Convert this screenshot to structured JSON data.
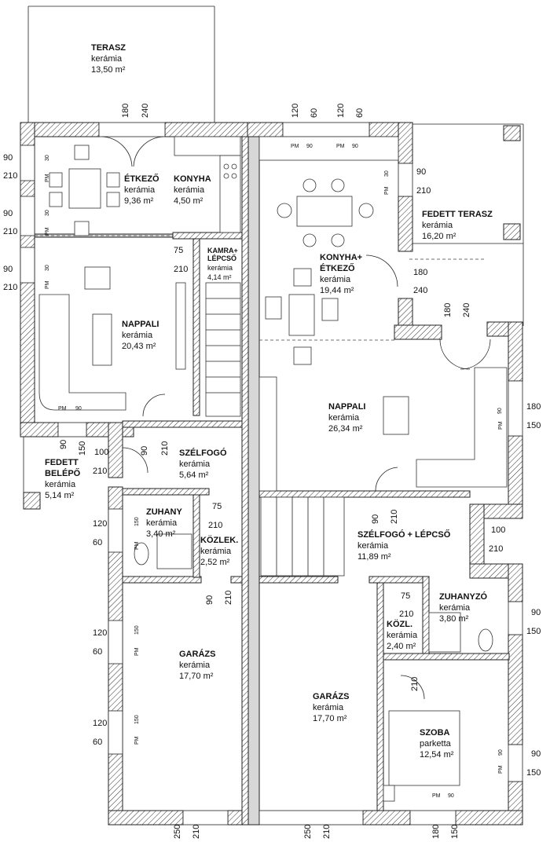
{
  "rooms": [
    {
      "id": "terasz",
      "name": "TERASZ",
      "material": "kerámia",
      "area": "13,50 m²"
    },
    {
      "id": "etkezo",
      "name": "ÉTKEZŐ",
      "material": "kerámia",
      "area": "9,36 m²"
    },
    {
      "id": "konyha",
      "name": "KONYHA",
      "material": "kerámia",
      "area": "4,50 m²"
    },
    {
      "id": "kamra",
      "name": "KAMRA+",
      "name2": "LÉPCSŐ",
      "material": "kerámia",
      "area": "4,14 m²"
    },
    {
      "id": "nappali-left",
      "name": "NAPPALI",
      "material": "kerámia",
      "area": "20,43 m²"
    },
    {
      "id": "konyha-etkezo",
      "name": "KONYHA+",
      "name2": "ÉTKEZŐ",
      "material": "kerámia",
      "area": "19,44 m²"
    },
    {
      "id": "fedett-terasz",
      "name": "FEDETT TERASZ",
      "material": "kerámia",
      "area": "16,20 m²"
    },
    {
      "id": "nappali-right",
      "name": "NAPPALI",
      "material": "kerámia",
      "area": "26,34 m²"
    },
    {
      "id": "szelfogo-left",
      "name": "SZÉLFOGÓ",
      "material": "kerámia",
      "area": "5,64 m²"
    },
    {
      "id": "fedett-belepo",
      "name": "FEDETT",
      "name2": "BELÉPŐ",
      "material": "kerámia",
      "area": "5,14 m²"
    },
    {
      "id": "zuhany",
      "name": "ZUHANY",
      "material": "kerámia",
      "area": "3,40 m²"
    },
    {
      "id": "kozlek",
      "name": "KÖZLEK.",
      "material": "kerámia",
      "area": "2,52 m²"
    },
    {
      "id": "szelfogo-lepcso",
      "name": "SZÉLFOGÓ + LÉPCSŐ",
      "material": "kerámia",
      "area": "11,89 m²"
    },
    {
      "id": "zuhanyzo",
      "name": "ZUHANYZÓ",
      "material": "kerámia",
      "area": "3,80 m²"
    },
    {
      "id": "kozl",
      "name": "KÖZL.",
      "material": "kerámia",
      "area": "2,40 m²"
    },
    {
      "id": "garazs-left",
      "name": "GARÁZS",
      "material": "kerámia",
      "area": "17,70 m²"
    },
    {
      "id": "garazs-right",
      "name": "GARÁZS",
      "material": "kerámia",
      "area": "17,70 m²"
    },
    {
      "id": "szoba",
      "name": "SZOBA",
      "material": "parketta",
      "area": "12,54 m²"
    }
  ],
  "dimensions": {
    "d180a": "180",
    "d240a": "240",
    "d120a": "120",
    "d60a": "60",
    "d120b": "120",
    "d60b": "60",
    "d90a": "90",
    "d210a": "210",
    "d90b": "90",
    "d210b": "210",
    "d90c": "90",
    "d210c": "210",
    "d75a": "75",
    "d210d": "210",
    "d90d": "90",
    "d210e": "210",
    "d180b": "180",
    "d240b": "240",
    "d180c": "180",
    "d240c": "240",
    "d180d": "180",
    "d150a": "150",
    "d90e": "90",
    "d150b": "150",
    "d100a": "100",
    "d210f": "210",
    "d90f": "90",
    "d210g": "210",
    "d75b": "75",
    "d210h": "210",
    "d120c": "120",
    "d60c": "60",
    "d90g": "90",
    "d210i": "210",
    "d90h": "90",
    "d210j": "210",
    "d100b": "100",
    "d210k": "210",
    "d75c": "75",
    "d210l": "210",
    "d90i": "90",
    "d150c": "150",
    "d120d": "120",
    "d60d": "60",
    "d120e": "120",
    "d60e": "60",
    "d90j": "90",
    "d150d": "150",
    "d210m": "210",
    "d250a": "250",
    "d210n": "210",
    "d250b": "250",
    "d210o": "210",
    "d180e": "180",
    "d150e": "150"
  },
  "labels": {
    "pm": "PM",
    "s30": "30",
    "s90": "90",
    "s150": "150"
  }
}
